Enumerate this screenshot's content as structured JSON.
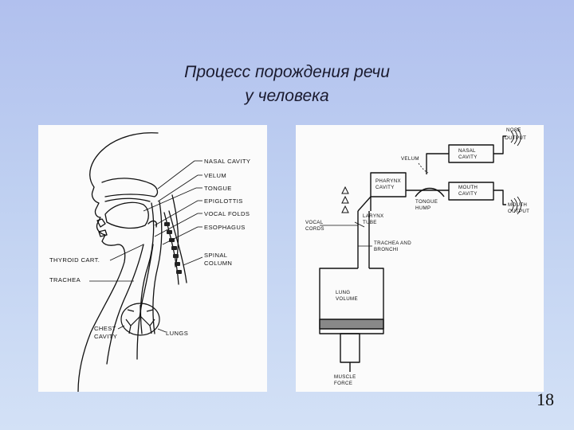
{
  "slide": {
    "title_line1": "Процесс порождения речи",
    "title_line2": "у человека",
    "page_number": "18"
  },
  "anatomy_labels": {
    "nasal_cavity": "NASAL CAVITY",
    "velum": "VELUM",
    "tongue": "TONGUE",
    "epiglottis": "EPIGLOTTIS",
    "vocal_folds": "VOCAL FOLDS",
    "esophagus": "ESOPHAGUS",
    "spinal": "SPINAL",
    "column": "COLUMN",
    "thyroid_cart": "THYROID CART.",
    "trachea": "TRACHEA",
    "chest": "CHEST",
    "cavity": "CAVITY",
    "lungs": "LUNGS"
  },
  "model_labels": {
    "nose": "NOSE",
    "nose_output": "OUTPUT",
    "velum": "VELUM",
    "nasal": "NASAL",
    "nasal_cavity": "CAVITY",
    "pharynx": "PHARYNX",
    "pharynx_cavity": "CAVITY",
    "mouth": "MOUTH",
    "mouth_cavity": "CAVITY",
    "tongue": "TONGUE",
    "hump": "HUMP",
    "mouth_output1": "MOUTH",
    "mouth_output2": "OUTPUT",
    "vocal": "VOCAL",
    "cords": "CORDS",
    "larynx": "LARYNX",
    "tube": "TUBE",
    "trachea_and": "TRACHEA AND",
    "bronchi": "BRONCHI",
    "lung": "LUNG",
    "volume": "VOLUME",
    "muscle": "MUSCLE",
    "force": "FORCE"
  }
}
